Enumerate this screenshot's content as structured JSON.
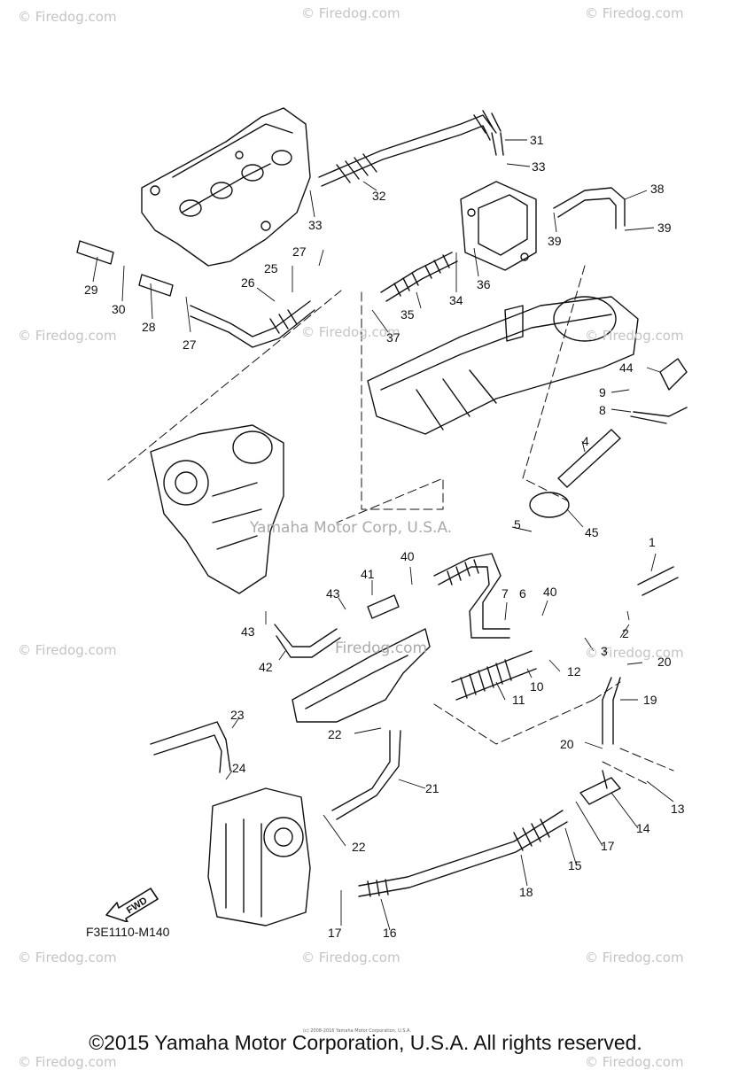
{
  "watermarks": [
    "© Firedog.com",
    "© Firedog.com",
    "© Firedog.com",
    "© Firedog.com",
    "© Firedog.com",
    "© Firedog.com",
    "© Firedog.com",
    "© Firedog.com",
    "© Firedog.com",
    "© Firedog.com",
    "© Firedog.com",
    "© Firedog.com",
    "© Firedog.com"
  ],
  "center_watermark": "Yamaha Motor Corp, U.S.A.",
  "center_watermark_2": "Firedog.com",
  "callouts": [
    "31",
    "33",
    "32",
    "33",
    "38",
    "39",
    "36",
    "39",
    "34",
    "35",
    "37",
    "27",
    "25",
    "26",
    "29",
    "30",
    "28",
    "27",
    "44",
    "9",
    "8",
    "4",
    "45",
    "5",
    "1",
    "40",
    "41",
    "43",
    "7",
    "6",
    "40",
    "2",
    "43",
    "42",
    "3",
    "12",
    "20",
    "10",
    "11",
    "19",
    "23",
    "22",
    "20",
    "24",
    "21",
    "13",
    "14",
    "17",
    "15",
    "22",
    "18",
    "17",
    "16"
  ],
  "figure_code": "F3E1110-M140",
  "fwd_label": "FWD",
  "tiny_text": "(c) 2008-2016 Yamaha Motor Corporation, U.S.A.",
  "copyright": "©2015 Yamaha Motor Corporation, U.S.A. All rights reserved."
}
